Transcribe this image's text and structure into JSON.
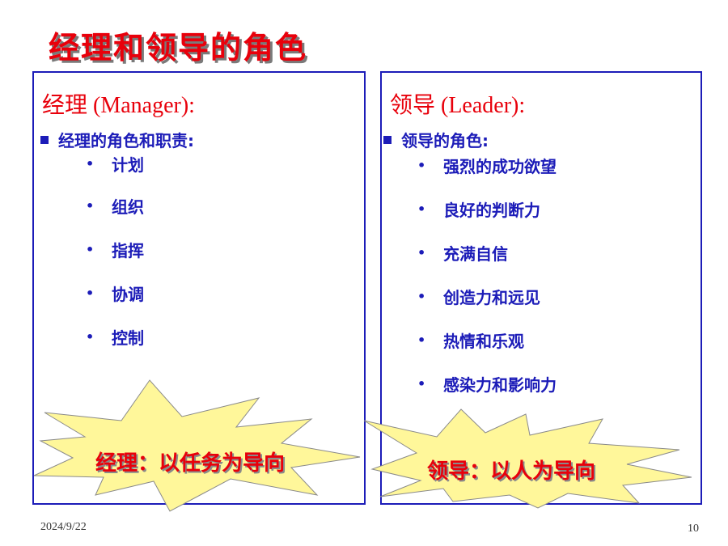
{
  "title": "经理和领导的角色",
  "manager": {
    "heading": "经理 (Manager):",
    "subheading": "经理的角色和职责:",
    "items": [
      "计划",
      "组织",
      "指挥",
      "协调",
      "控制"
    ],
    "burst_text": "经理：以任务为导向"
  },
  "leader": {
    "heading": "领导 (Leader):",
    "subheading": "领导的角色:",
    "items": [
      "强烈的成功欲望",
      "良好的判断力",
      "充满自信",
      "创造力和远见",
      "热情和乐观",
      "感染力和影响力"
    ],
    "burst_text": "领导：以人为导向"
  },
  "footer": {
    "date": "2024/9/22",
    "page": "10"
  },
  "colors": {
    "title": "#e8000b",
    "text": "#1c1cb8",
    "burst_fill": "#fff79a"
  }
}
